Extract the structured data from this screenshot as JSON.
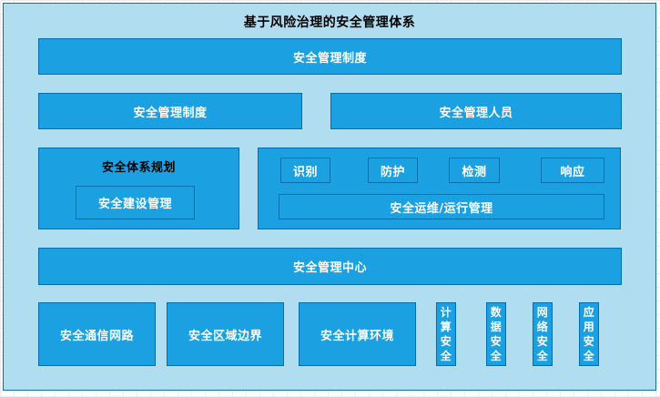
{
  "title": "基于风险治理的安全管理体系",
  "colors": {
    "panel_bg": "#B1DDF0",
    "panel_border": "#10739E",
    "box_fill": "#1BA1E2",
    "box_border": "#006EAF",
    "box_text": "#ffffff",
    "heading_text": "#000000"
  },
  "top_bar": {
    "label": "安全管理制度"
  },
  "row2": {
    "left": "安全管理制度",
    "right": "安全管理人员"
  },
  "planning": {
    "title": "安全体系规划",
    "inner": "安全建设管理"
  },
  "operations": {
    "steps": [
      "识别",
      "防护",
      "检测",
      "响应"
    ],
    "bottom": "安全运维/运行管理"
  },
  "center_bar": {
    "label": "安全管理中心"
  },
  "bottom_row": {
    "boxes": [
      "安全通信网路",
      "安全区域边界",
      "安全计算环境"
    ],
    "vertical_boxes": [
      "计算安全",
      "数据安全",
      "网络安全",
      "应用安全"
    ]
  }
}
